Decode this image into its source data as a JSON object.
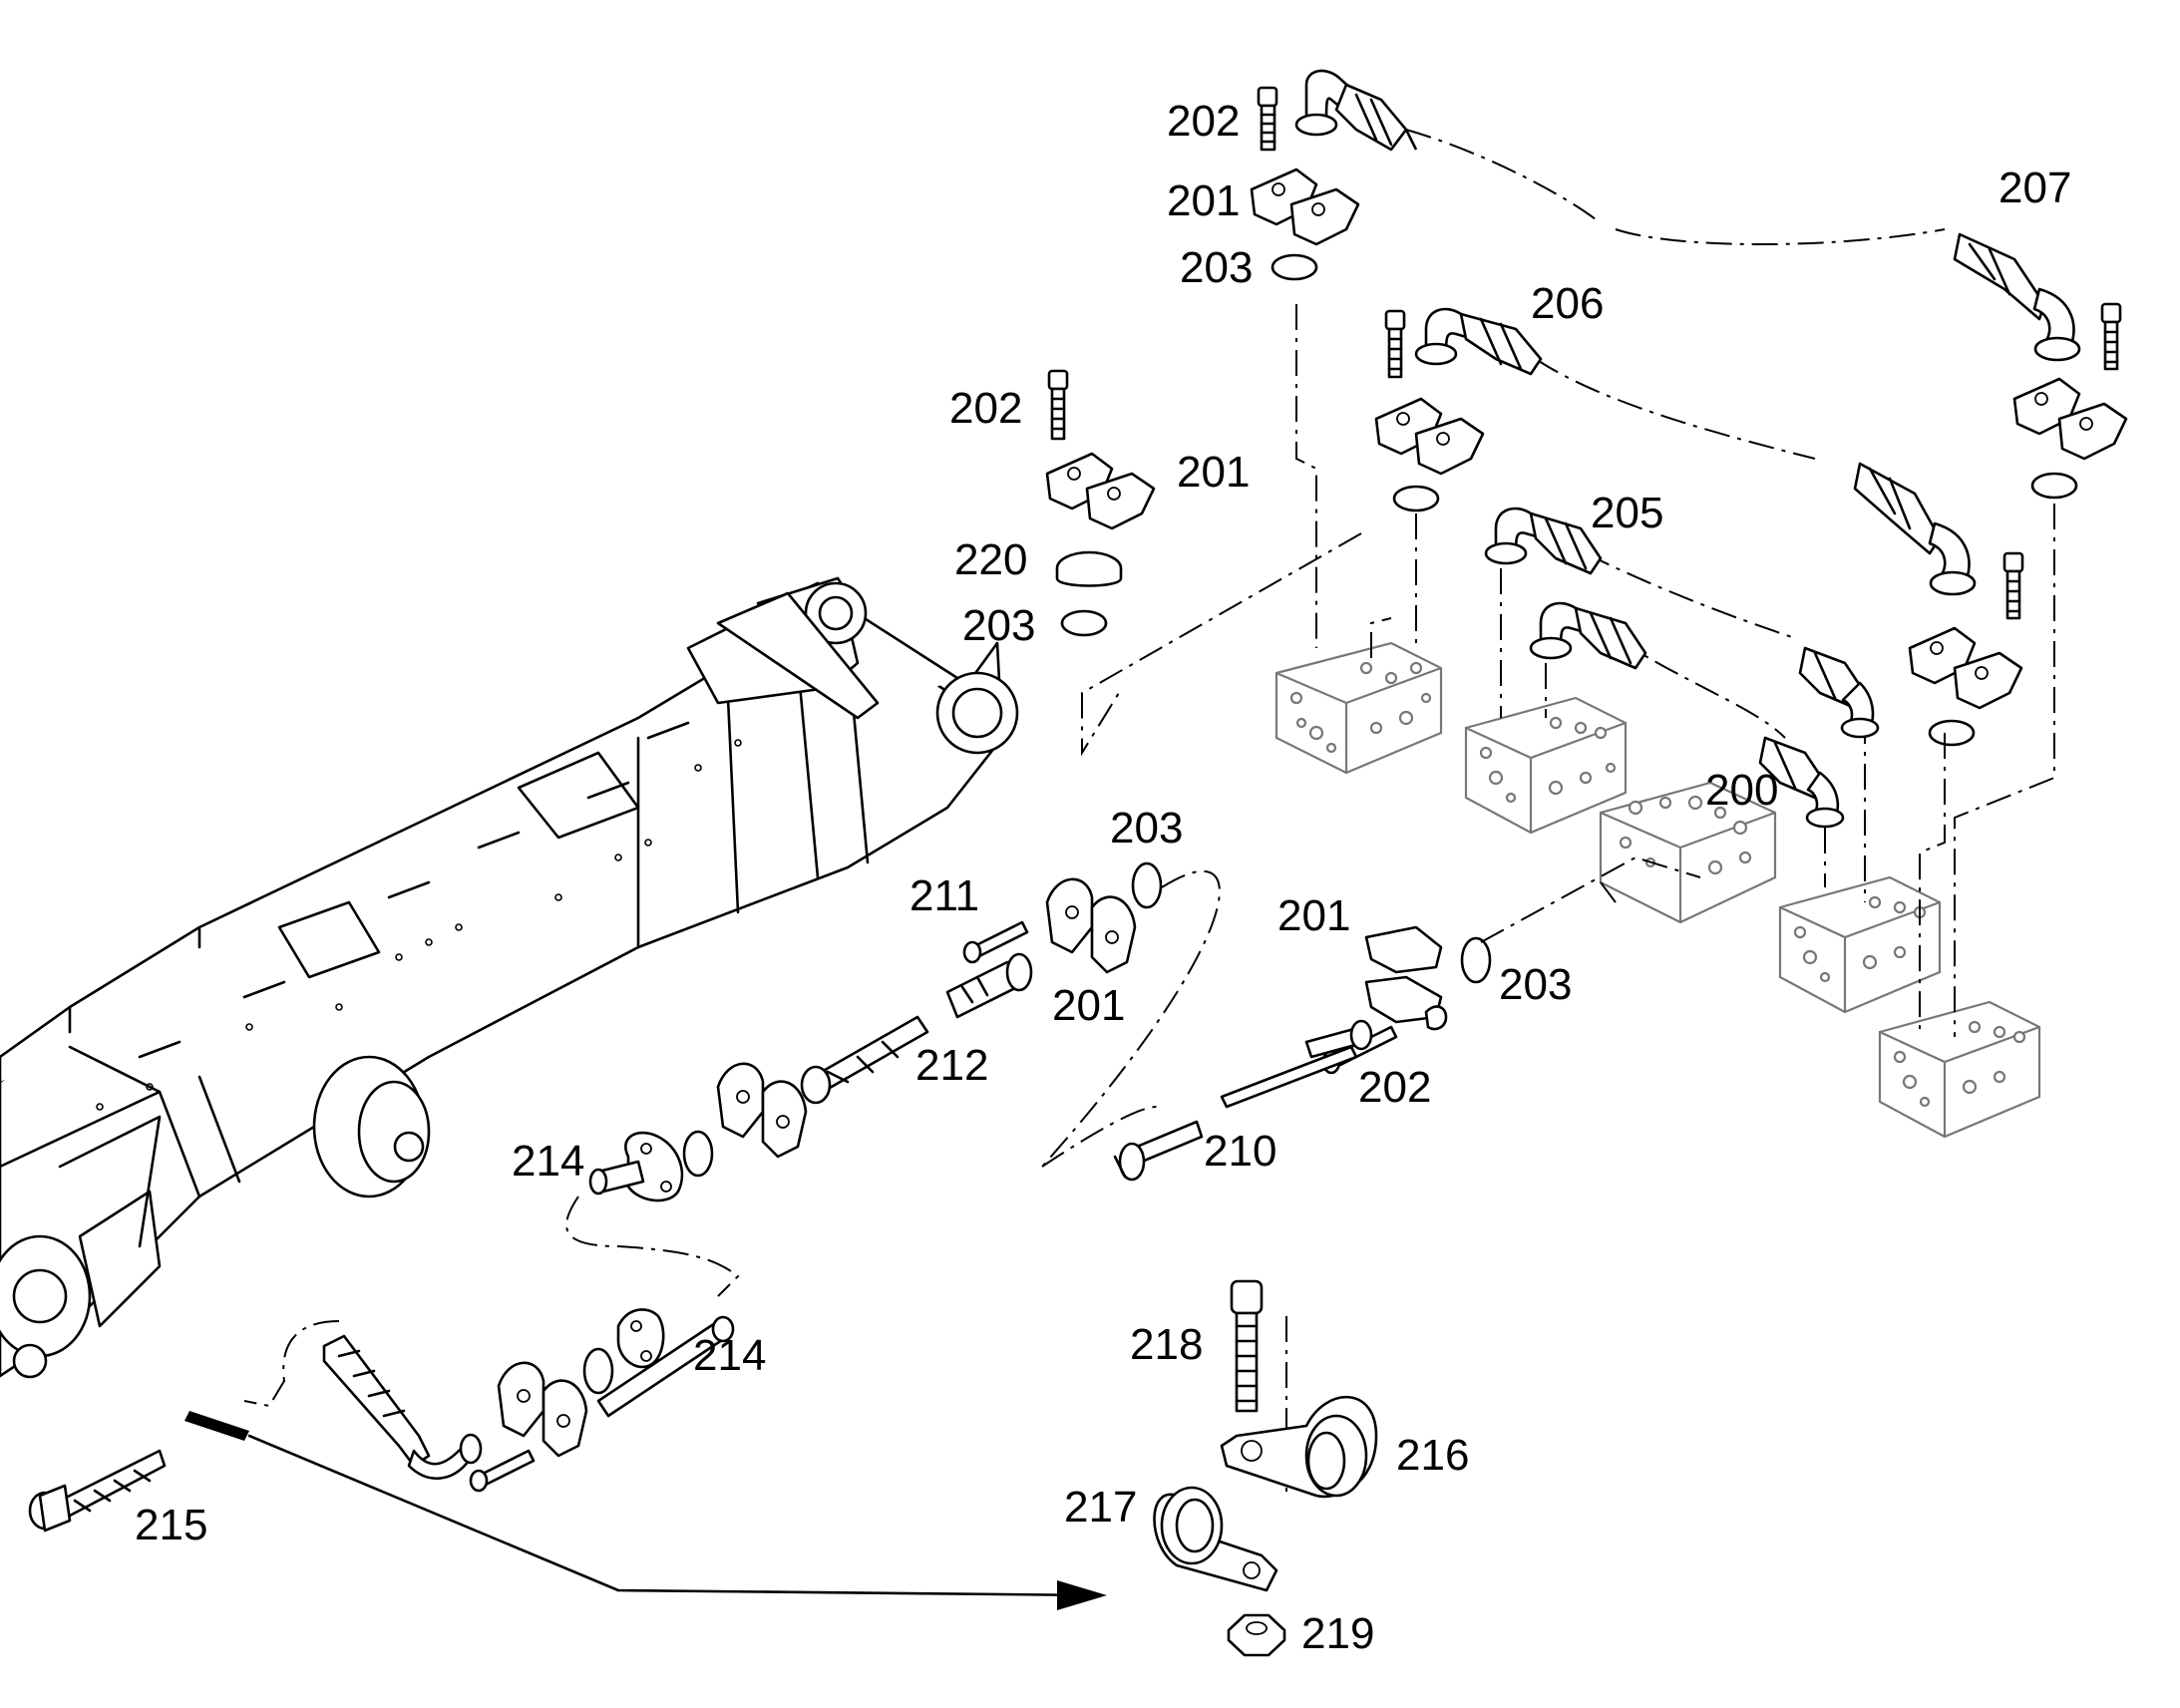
{
  "labels": {
    "l202a": "202",
    "l201a": "201",
    "l203a": "203",
    "l207": "207",
    "l206": "206",
    "l202b": "202",
    "l201b": "201",
    "l220": "220",
    "l203b": "203",
    "l205": "205",
    "l200": "200",
    "l203c": "203",
    "l211": "211",
    "l201c": "201",
    "l201d": "201",
    "l212": "212",
    "l203d": "203",
    "l202c": "202",
    "l214a": "214",
    "l210": "210",
    "l214b": "214",
    "l218": "218",
    "l216": "216",
    "l217": "217",
    "l215": "215",
    "l219": "219"
  }
}
